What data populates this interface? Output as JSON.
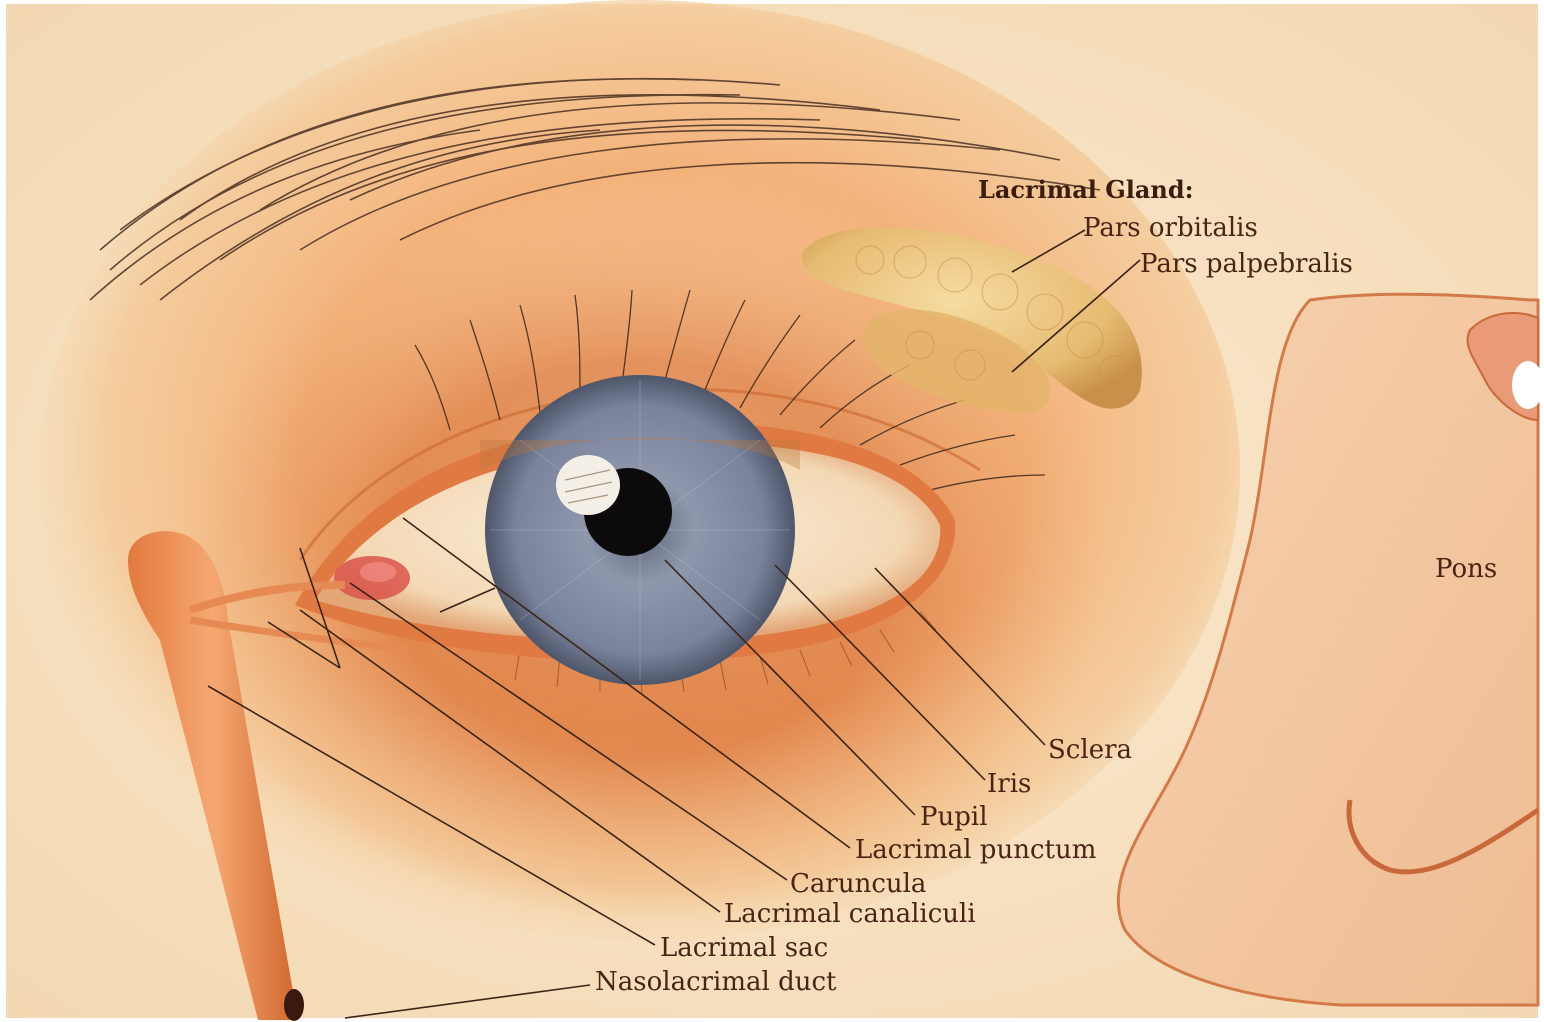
{
  "diagram": {
    "labels": {
      "lacrimal_gland": "Lacrimal Gland:",
      "pars_orbitalis": "Pars orbitalis",
      "pars_palpebralis": "Pars palpebralis",
      "pons": "Pons",
      "sclera": "Sclera",
      "iris": "Iris",
      "pupil": "Pupil",
      "lacrimal_punctum": "Lacrimal punctum",
      "caruncula": "Caruncula",
      "lacrimal_canaliculi": "Lacrimal canaliculi",
      "lacrimal_sac": "Lacrimal sac",
      "nasolacrimal_duct": "Nasolacrimal duct"
    },
    "colors": {
      "background": "#f6e0bf",
      "skin": "#f0b884",
      "skin_shadow": "#d9743a",
      "iris": "#7e8aa6",
      "gland": "#e9c27c",
      "text": "#4a2515"
    }
  }
}
